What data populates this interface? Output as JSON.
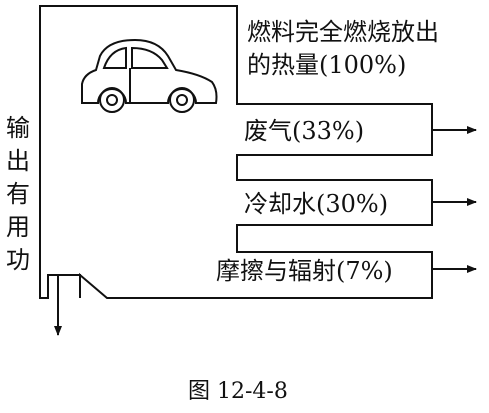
{
  "diagram": {
    "total_label_line1": "燃料完全燃烧放出",
    "total_label_line2": "的热量(100%)",
    "outputs": [
      {
        "label": "废气(33%)"
      },
      {
        "label": "冷却水(30%)"
      },
      {
        "label": "摩擦与辐射(7%)"
      }
    ],
    "useful_work_chars": [
      "输",
      "出",
      "有",
      "用",
      "功"
    ],
    "icon": "car-icon"
  },
  "caption": "图 12-4-8",
  "colors": {
    "stroke": "#111111",
    "background": "#ffffff"
  }
}
